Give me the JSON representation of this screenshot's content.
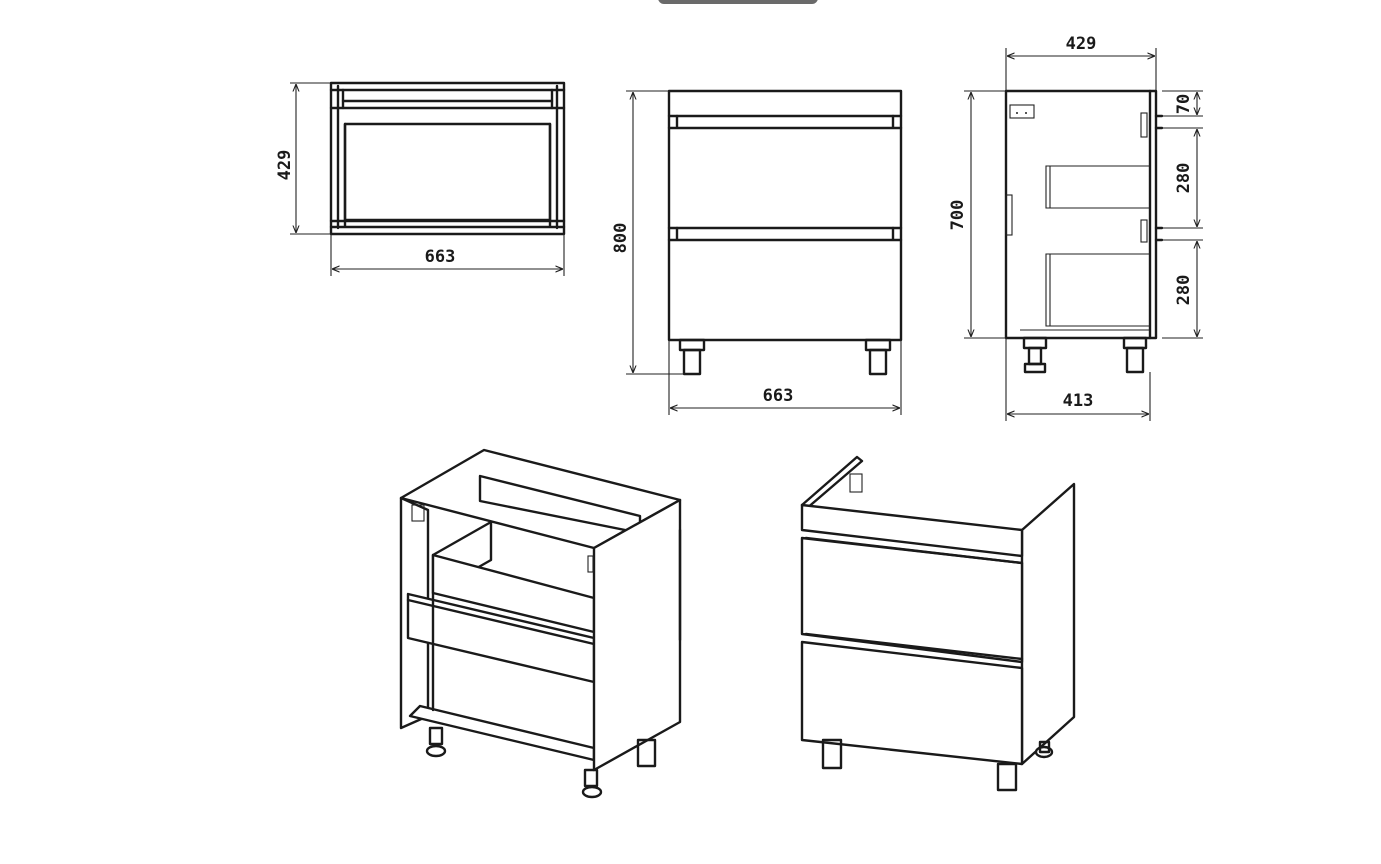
{
  "colors": {
    "line": "#1a1a1a",
    "background": "#ffffff",
    "scroll_tab": "#6a6a6a"
  },
  "top_view": {
    "depth": "429",
    "width": "663"
  },
  "front_view": {
    "height": "800",
    "width": "663"
  },
  "side_view": {
    "depth_top": "429",
    "height": "700",
    "depth_bottom": "413",
    "segment_1": "70",
    "segment_2": "280",
    "segment_3": "280"
  }
}
